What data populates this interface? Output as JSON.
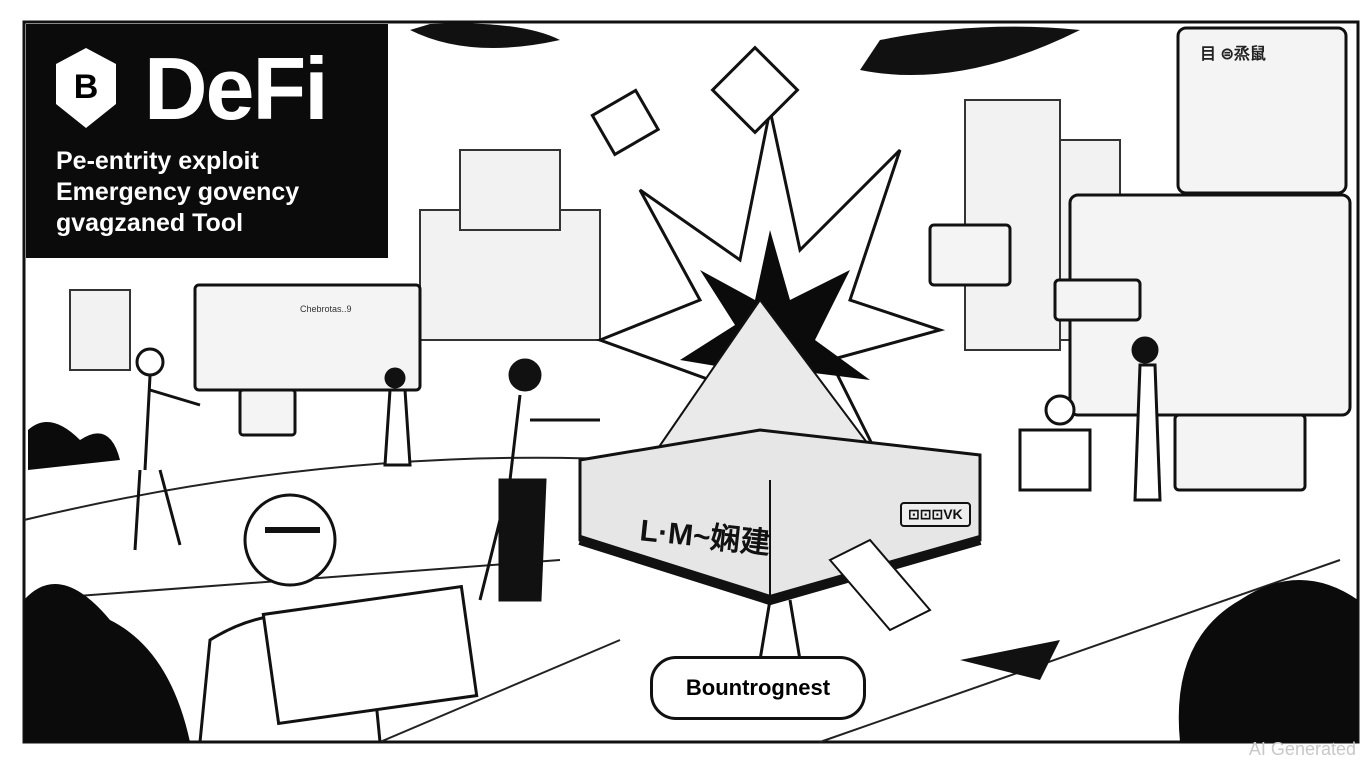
{
  "title_panel": {
    "logo_letter": "B",
    "brand": "DeFi",
    "lines": [
      "Pe-entrity exploit",
      "Emergency govency",
      "gvagzaned Tool"
    ]
  },
  "machine": {
    "label": "L·M~娴建",
    "tag": "⊡⊡⊡VK"
  },
  "speech_bubble": "Bountrognest",
  "screens": {
    "small_screen_text": "Chebrotas..9",
    "top_right_screen_text": "目 ⊜烝鼠"
  },
  "watermark": "AI Generated"
}
